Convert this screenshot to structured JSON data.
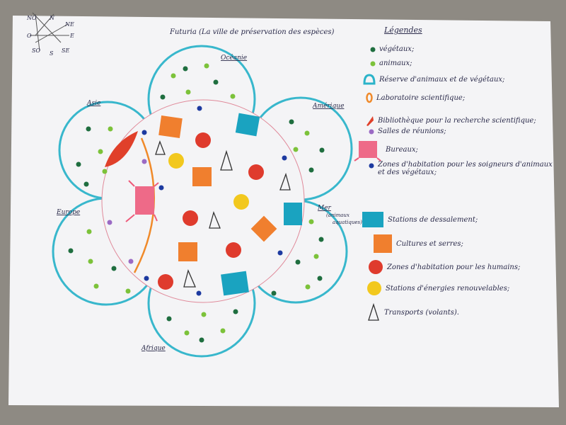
{
  "title": "Futuria (La ville de préservation des espèces)",
  "compass": {
    "n": "N",
    "ne": "NE",
    "e": "E",
    "se": "SE",
    "s": "S",
    "so": "SO",
    "o": "O",
    "no": "NO"
  },
  "regions": {
    "oceanie": "Océanie",
    "amerique": "Amérique",
    "asie": "Asie",
    "europe": "Europe",
    "afrique": "Afrique",
    "mer_line1": "Mer",
    "mer_line2": "(animaux",
    "mer_line3": "aquatiques)"
  },
  "legend": {
    "title": "Légendes",
    "items": [
      {
        "label": "végétaux;",
        "symbol": "dark-green-dot",
        "color": "#1f6e3f"
      },
      {
        "label": "animaux;",
        "symbol": "light-green-dot",
        "color": "#7cc23a"
      },
      {
        "label": "Réserve d'animaux et de végétaux;",
        "symbol": "cyan-arch",
        "color": "#2bb3c9"
      },
      {
        "label": "Laboratoire scientifique;",
        "symbol": "orange-ring",
        "color": "#f08a2a"
      },
      {
        "label": "Bibliothèque pour la recherche scientifique;",
        "symbol": "red-leaf",
        "color": "#e0402a"
      },
      {
        "label": "Salles de réunions;",
        "symbol": "purple-dot",
        "color": "#9b6ac4"
      },
      {
        "label": "Bureaux;",
        "symbol": "pink-square",
        "color": "#ee5a7a"
      },
      {
        "label": "Zones d'habitation pour les soigneurs d'animaux et des végétaux;",
        "symbol": "blue-dot",
        "color": "#1d3aa0"
      },
      {
        "label": "Stations de dessalement;",
        "symbol": "cyan-square",
        "color": "#1aa3c0"
      },
      {
        "label": "Cultures et serres;",
        "symbol": "orange-square",
        "color": "#f07f2e"
      },
      {
        "label": "Zones d'habitation pour les humains;",
        "symbol": "red-circle",
        "color": "#df3b2d"
      },
      {
        "label": "Stations d'énergies renouvelables;",
        "symbol": "yellow-circle",
        "color": "#f2c81e"
      },
      {
        "label": "Transports (volants).",
        "symbol": "triangle",
        "color": "#333333"
      }
    ]
  }
}
